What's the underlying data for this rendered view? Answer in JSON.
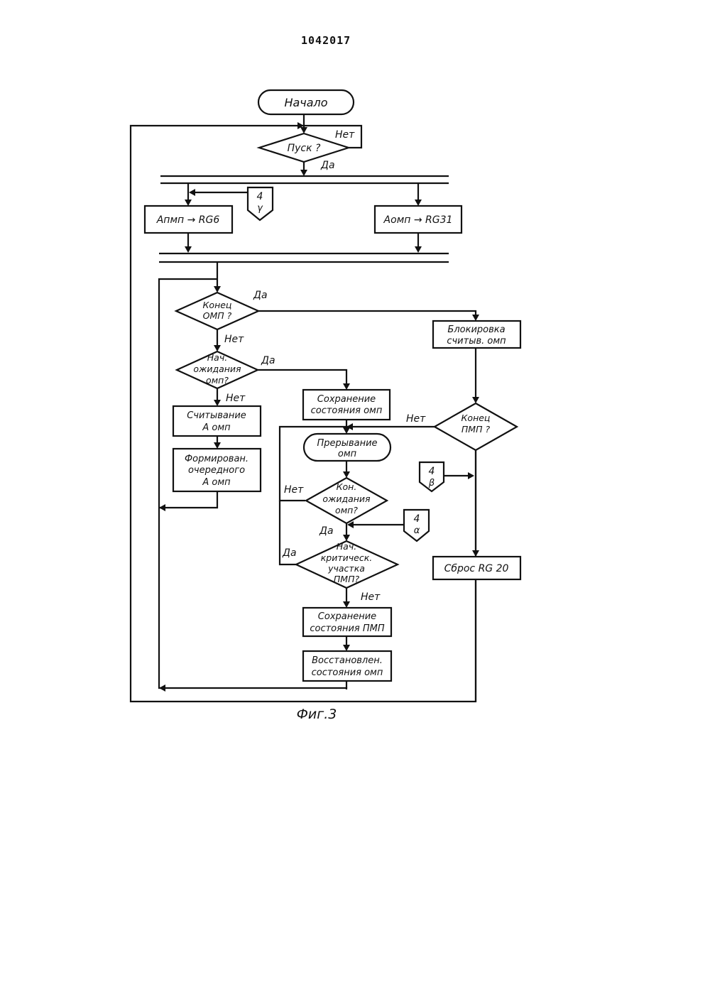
{
  "header": {
    "doc_number": "1042017"
  },
  "flowchart": {
    "start": "Начало",
    "start_check": {
      "label": "Пуск ?",
      "yes": "Да",
      "no": "Нет"
    },
    "connector_4y": {
      "num": "4",
      "letter": "γ"
    },
    "box_apmp": "Aпмп → RG6",
    "box_aomp": "Aомп → RG31",
    "end_omp": {
      "line1": "Конец",
      "line2": "ОМП ?",
      "yes": "Да",
      "no": "Нет"
    },
    "start_wait": {
      "line1": "Нач.",
      "line2": "ожидания",
      "line3": "омп?",
      "yes": "Да",
      "no": "Нет"
    },
    "read_aomp": {
      "line1": "Считывание",
      "line2": "A омп"
    },
    "form_next": {
      "line1": "Формирован.",
      "line2": "очередного",
      "line3": "A омп"
    },
    "save_omp": {
      "line1": "Сохранение",
      "line2": "состояния омп"
    },
    "block_read": {
      "line1": "Блокировка",
      "line2": "считыв. омп"
    },
    "end_pmp": {
      "line1": "Конец",
      "line2": "ПМП ?",
      "no": "Нет"
    },
    "interrupt_omp": {
      "line1": "Прерывание",
      "line2": "омп"
    },
    "connector_4b": {
      "num": "4",
      "letter": "β"
    },
    "end_wait": {
      "line1": "Кон.",
      "line2": "ожидания",
      "line3": "омп?",
      "yes": "Да",
      "no": "Нет"
    },
    "connector_4a": {
      "num": "4",
      "letter": "α"
    },
    "critical": {
      "line1": "Нач.",
      "line2": "критическ.",
      "line3": "участка",
      "line4": "ПМП?",
      "yes": "Да",
      "no": "Нет"
    },
    "reset_rg20": "Сброс RG 20",
    "save_pmp": {
      "line1": "Сохранение",
      "line2": "состояния ПМП"
    },
    "restore_omp": {
      "line1": "Восстановлен.",
      "line2": "состояния омп"
    },
    "caption": "Фиг.3"
  }
}
